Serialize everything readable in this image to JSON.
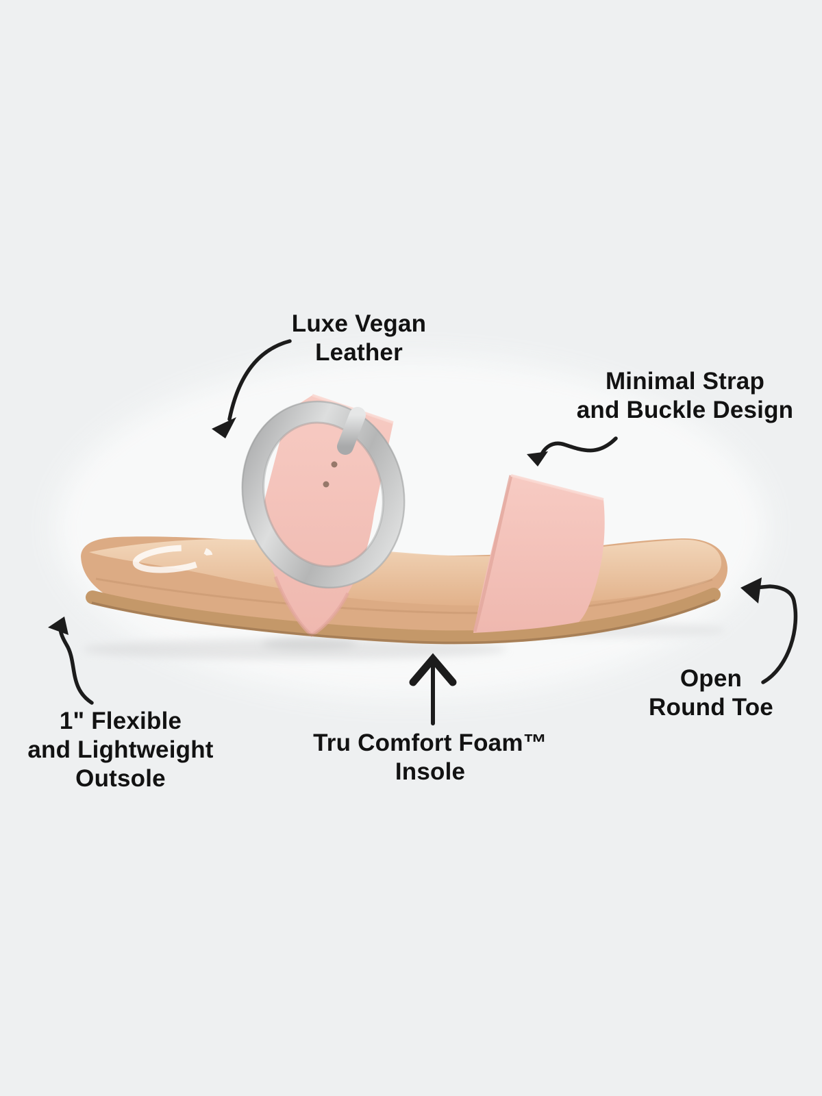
{
  "diagram_title": "Sandal feature callout diagram",
  "features": {
    "luxe": {
      "line1": "Luxe Vegan",
      "line2": "Leather"
    },
    "strap": {
      "line1": "Minimal Strap",
      "line2": "and Buckle Design"
    },
    "outsole": {
      "line1": "1\" Flexible",
      "line2": "and Lightweight",
      "line3": "Outsole"
    },
    "insole": {
      "line1": "Tru Comfort Foam™",
      "line2": "Insole"
    },
    "toe": {
      "line1": "Open",
      "line2": "Round Toe"
    }
  },
  "colors": {
    "bg": "#eef0f1",
    "text": "#121212",
    "arrow": "#1c1c1c",
    "footbed": "#dcab84",
    "footbed_top": "#f1d4b6",
    "outsole_gum": "#c49869",
    "outsole_line": "#8f6b49",
    "strap_pink": "#f4c3bb",
    "strap_shade": "#e2a79e",
    "buckle_silver": "#c2c3c3",
    "buckle_dark": "#9a9b9c",
    "buckle_light": "#ebecec",
    "logo_white": "#ffffff"
  }
}
